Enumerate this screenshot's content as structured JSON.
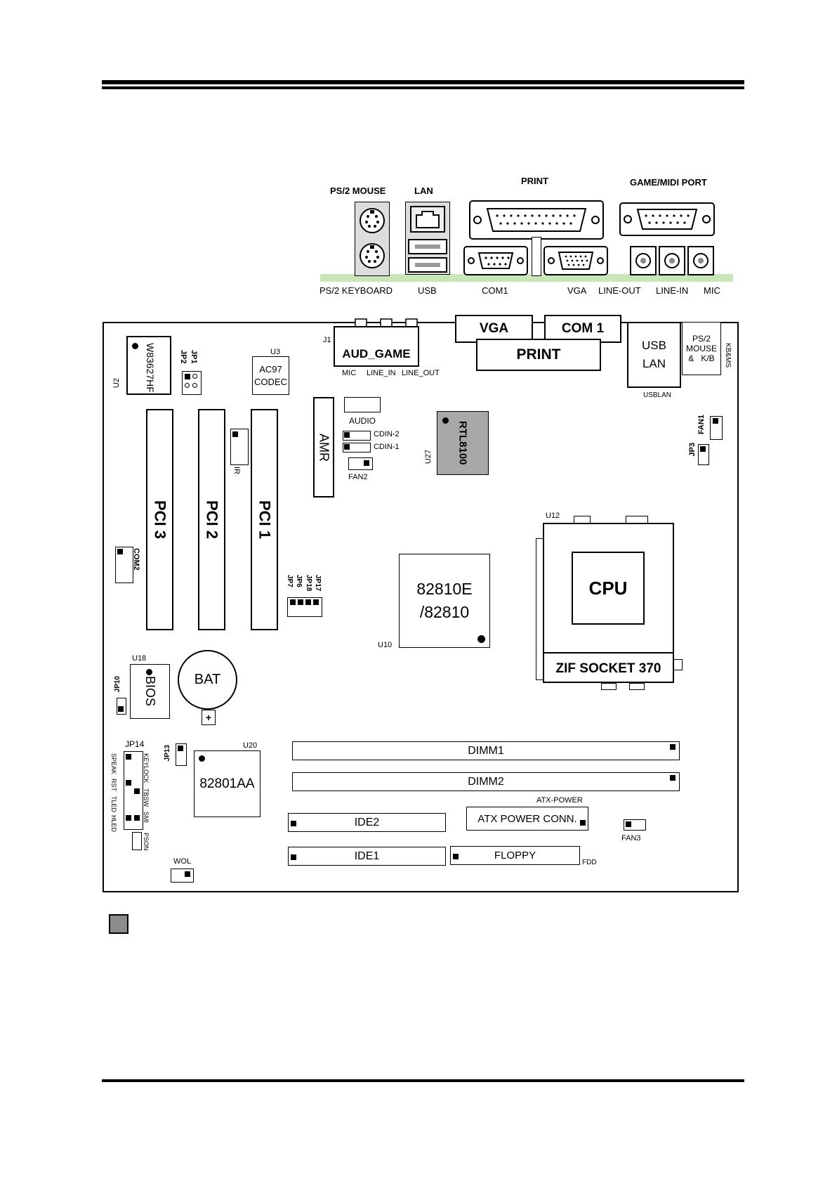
{
  "io_panel": {
    "ps2_mouse": "PS/2 MOUSE",
    "lan": "LAN",
    "print": "PRINT",
    "game_midi": "GAME/MIDI PORT",
    "ps2_keyboard": "PS/2 KEYBOARD",
    "usb": "USB",
    "com1": "COM1",
    "vga": "VGA",
    "line_out": "LINE-OUT",
    "line_in": "LINE-IN",
    "mic": "MIC"
  },
  "board": {
    "j1": "J1",
    "aud_game": "AUD_GAME",
    "mic": "MIC",
    "line_in": "LINE_IN",
    "line_out": "LINE_OUT",
    "vga": "VGA",
    "com1": "COM 1",
    "print": "PRINT",
    "usb": "USB",
    "lan": "LAN",
    "usblan": "USBLAN",
    "ps2_top": "PS/2",
    "ps2_mouse": "MOUSE",
    "ps2_amp": "&",
    "ps2_kb": "K/B",
    "kbms": "KB&MS",
    "u2_chip": "W83627HF",
    "u2": "U2",
    "jp1": "JP1",
    "jp2": "JP2",
    "u3": "U3",
    "ac97": "AC97",
    "codec": "CODEC",
    "amr": "AMR",
    "audio": "AUDIO",
    "cdin2": "CDIN-2",
    "cdin1": "CDIN-1",
    "fan2": "FAN2",
    "rtl": "RTL8100",
    "u27": "U27",
    "fan1": "FAN1",
    "jp3": "JP3",
    "pci3": "PCI 3",
    "pci2": "PCI 2",
    "pci1": "PCI 1",
    "ir": "IR",
    "com2": "COM2",
    "jp17": "JP17",
    "jp18": "JP18",
    "jp6": "JP6",
    "jp7": "JP7",
    "northbridge_1": "82810E",
    "northbridge_2": "/82810",
    "u10": "U10",
    "u12": "U12",
    "cpu": "CPU",
    "zif": "ZIF SOCKET 370",
    "u18": "U18",
    "bios": "BIOS",
    "jp10": "JP10",
    "bat": "BAT",
    "plus": "+",
    "jp14": "JP14",
    "jp13": "JP13",
    "u20": "U20",
    "southbridge": "82801AA",
    "dimm1": "DIMM1",
    "dimm2": "DIMM2",
    "atx_power_small": "ATX-POWER",
    "atx_conn": "ATX POWER CONN.",
    "fan3": "FAN3",
    "ide2": "IDE2",
    "ide1": "IDE1",
    "floppy": "FLOPPY",
    "fdd": "FDD",
    "wol": "WOL",
    "speak": "SPEAK",
    "rst": "RST",
    "tled": "TLED",
    "hled": "HLED",
    "keylock": "KEYLOCK",
    "tbsw": "TBSW",
    "smi": "SMI",
    "pson": "PSON"
  }
}
